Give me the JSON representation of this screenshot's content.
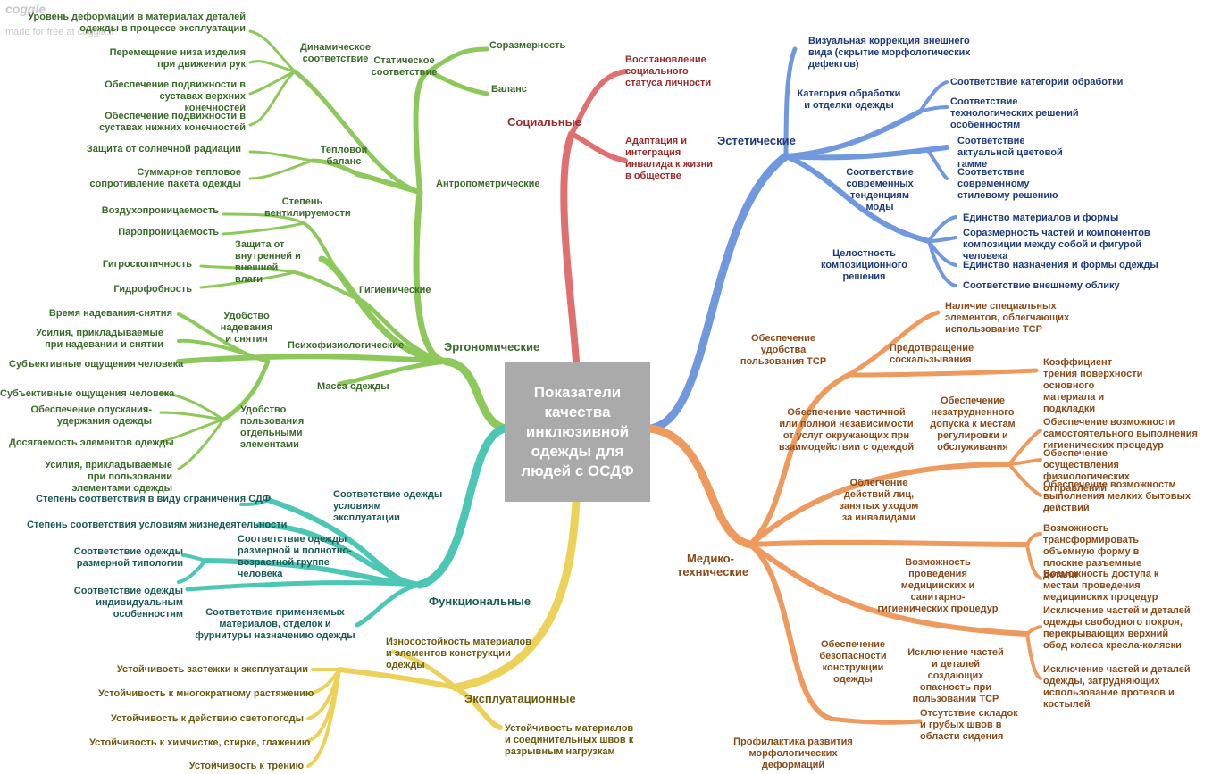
{
  "watermark": {
    "logo": "coggle",
    "text": "made for free at coggle.it"
  },
  "center": "Показатели качества инклюзивной одежды для людей с ОСДФ",
  "colors": {
    "green": "#8dc95a",
    "red": "#e07070",
    "blue": "#6f98df",
    "orange": "#ee9a5e",
    "teal": "#4cc7b6",
    "yellow": "#ecd25a"
  },
  "nodes": {
    "n1": "Уровень деформации в материалах деталей одежды в процессе эксплуатации",
    "n2": "Перемещение низа изделия при движении рук",
    "n3": "Обеспечение подвижности в суставах верхних конечностей",
    "n4": "Обеспечение подвижности в суставах нижних конечностей",
    "n5": "Динамическое соответствие",
    "n6": "Статическое соответствие",
    "n7": "Соразмерность",
    "n8": "Баланс",
    "n9": "Защита от солнечной радиации",
    "n10": "Суммарное тепловое сопротивление пакета одежды",
    "n11": "Тепловой баланс",
    "n12": "Антропометрические",
    "n13": "Степень вентилируемости",
    "n14": "Воздухопроницаемость",
    "n15": "Паропроницаемость",
    "n16": "Защита от внутренней и внешней влаги",
    "n17": "Гигроскопичность",
    "n18": "Гидрофобность",
    "n19": "Гигиенические",
    "n20": "Время надевания-снятия",
    "n21": "Удобство надевания и снятия",
    "n22": "Усилия, прикладываемые при надевании и снятии",
    "n23": "Психофизиологические",
    "n24": "Субъективные ощущения человека",
    "n25": "Эргономические",
    "n26": "Масса одежды",
    "n27": "Субъективные ощущения человека",
    "n28": "Обеспечение опускания-удержания одежды",
    "n29": "Удобство пользования отдельными элементами",
    "n30": "Досягаемость элементов одежды",
    "n31": "Усилия, прикладываемые при пользовании элементами одежды",
    "n32": "Степень соответствия в виду ограничения СДФ",
    "n33": "Соответствие одежды условиям эксплуатации",
    "n34": "Степень соответствия условиям жизнедеятельности",
    "n35": "Соответствие одежды размерной и полнотно-возрастной группе человека",
    "n36": "Соответствие одежды размерной типологии",
    "n37": "Соответствие одежды индивидуальным особенностям",
    "n38": "Функциональные",
    "n39": "Соответствие применяемых материалов, отделок и фурнитуры назначению одежды",
    "n40": "Износостойкость материалов и элементов конструкции одежды",
    "n41": "Устойчивость застежки к эксплуатации",
    "n42": "Устойчивость к многократному растяжению",
    "n43": "Эксплуатационные",
    "n44": "Устойчивость к действию светопогоды",
    "n45": "Устойчивость к химчистке, стирке, глажению",
    "n46": "Устойчивость материалов и соединительных швов к разрывным нагрузкам",
    "n47": "Устойчивость к трению",
    "s1": "Восстановление социального статуса личности",
    "s2": "Социальные",
    "s3": "Адаптация и интеграция инвалида к жизни в обществе",
    "b1": "Визуальная коррекция внешнего вида (скрытие морфологических дефектов)",
    "b2": "Категория обработки и отделки одежды",
    "b3": "Соответствие категории обработки",
    "b4": "Соответствие технологических решений особенностям",
    "b5": "Эстетические",
    "b6": "Соответствие актуальной цветовой гамме",
    "b7": "Соответствие современных тенденциям моды",
    "b8": "Соответствие современному стилевому решению",
    "b9": "Единство материалов и формы",
    "b10": "Целостность композиционного решения",
    "b11": "Соразмерность частей и компонентов композиции между собой и фигурой человека",
    "b12": "Единство назначения и формы одежды",
    "b13": "Соответствие внешнему облику",
    "o1": "Наличие специальных элементов, облегчающих использование ТСР",
    "o2": "Обеспечение удобства пользования ТСР",
    "o3": "Предотвращение соскальзывания",
    "o4": "Коэффициент трения поверхности основного материала и подкладки",
    "o5": "Обеспечение незатрудненного допуска к местам регулировки и обслуживания",
    "o6": "Обеспечение частичной или полной независимости от услуг окружающих при взаимодействии с одеждой",
    "o7": "Обеспечение возможности самостоятельного выполнения гигиенических процедур",
    "o8": "Обеспечение осуществления физиологических отправлений",
    "o9": "Облегчение действий лиц, занятых уходом за инвалидами",
    "o10": "Обеспечение возможностм выполнения мелких бытовых действий",
    "o11": "Возможность трансформировать объемную форму в плоские разъемные детали",
    "o12": "Медико-технические",
    "o13": "Возможность проведения медицинских и санитарно-гигиенических процедур",
    "o14": "Возможность доступа к местам проведения медицинских процедур",
    "o15": "Исключение частей и деталей одежды свободного покроя, перекрывающих верхний обод колеса кресла-коляски",
    "o16": "Обеспечение безопасности конструкции одежды",
    "o17": "Исключение частей и деталей создающих опасность при пользовании ТСР",
    "o18": "Исключение частей и деталей одежды, затрудняющих использование протезов и костылей",
    "o19": "Отсутствие складок и грубых швов в области сидения",
    "o20": "Профилактика развития морфологических деформаций"
  }
}
